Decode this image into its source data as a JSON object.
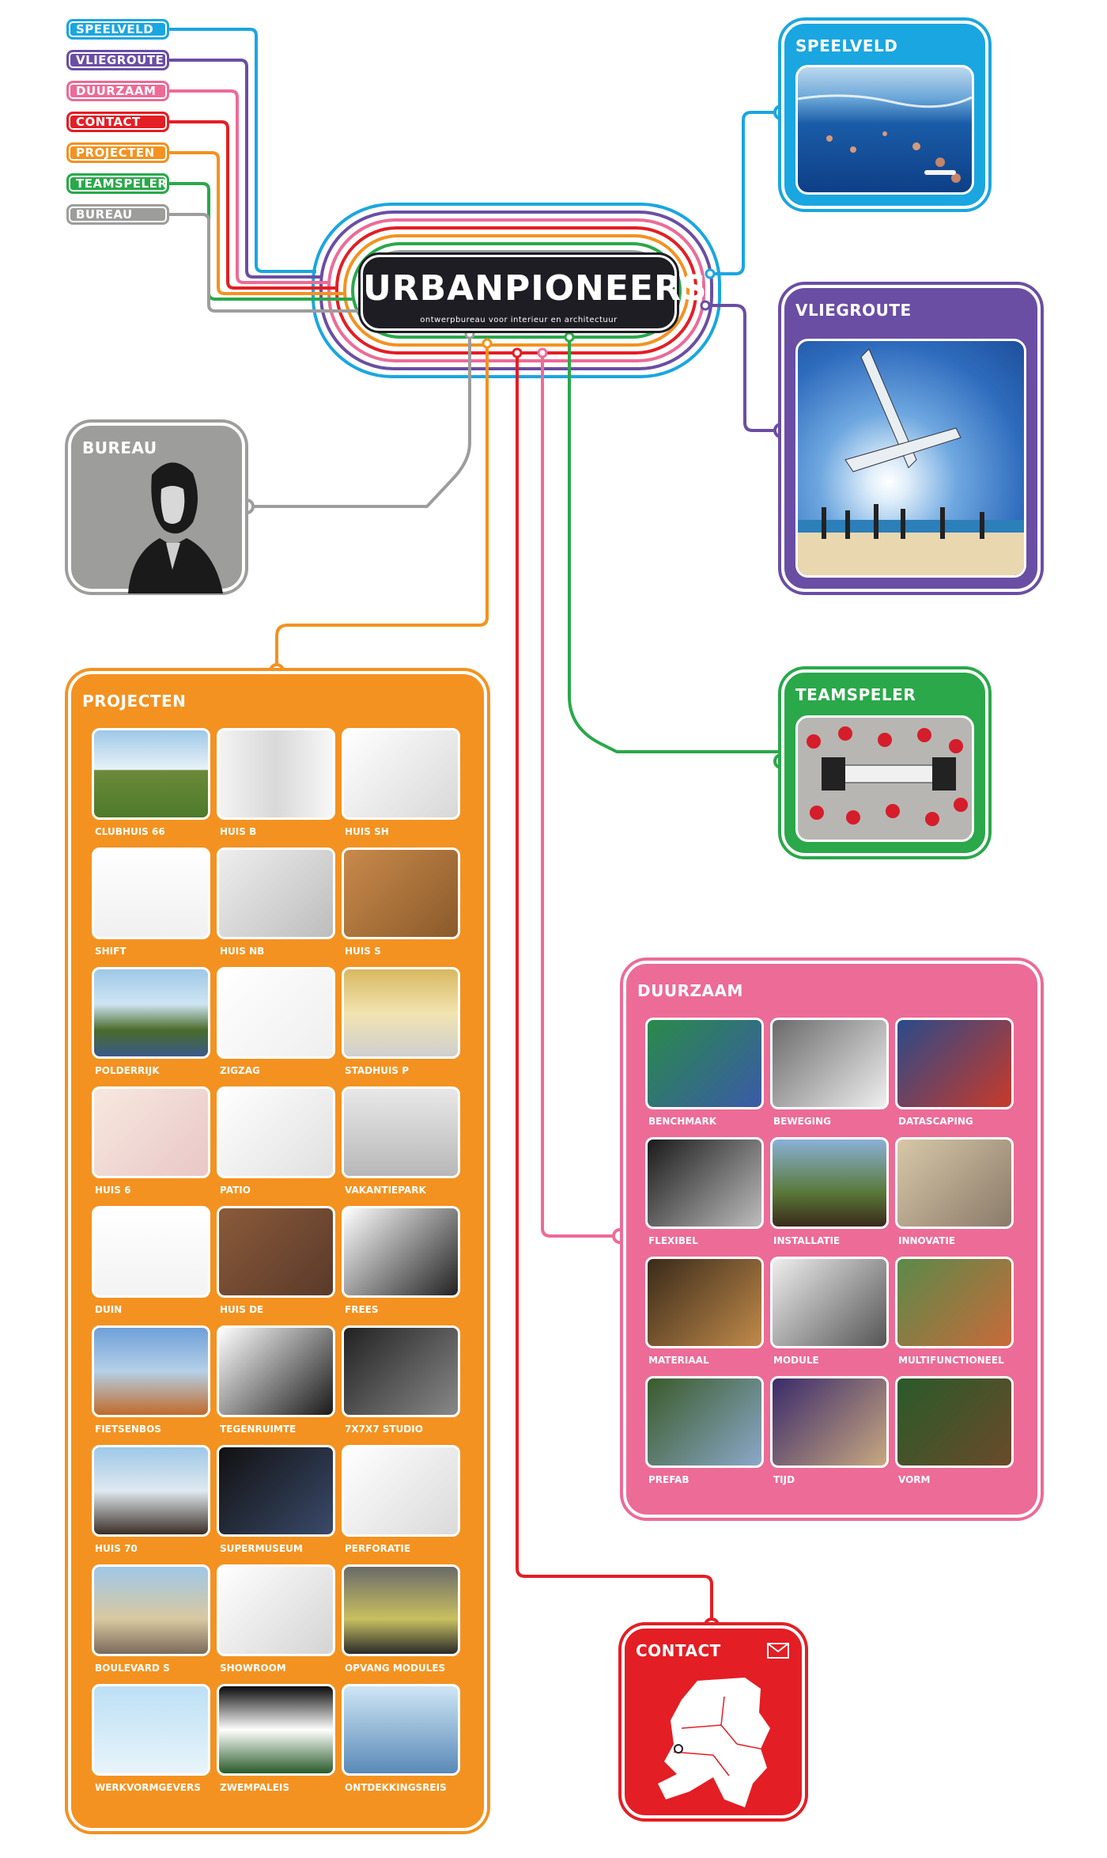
{
  "logo": {
    "name": "URBANPIONEERS",
    "tagline": "ontwerpbureau voor interieur en architectuur"
  },
  "colors": {
    "speelveld": "#1aa6e0",
    "vliegroute": "#6a4ea4",
    "duurzaam": "#ec6b97",
    "contact": "#e31e24",
    "projecten": "#f39220",
    "teamspeler": "#2aa84a",
    "bureau": "#9d9d9c"
  },
  "nav": [
    {
      "label": "SPEELVELD"
    },
    {
      "label": "VLIEGROUTE"
    },
    {
      "label": "DUURZAAM"
    },
    {
      "label": "CONTACT"
    },
    {
      "label": "PROJECTEN"
    },
    {
      "label": "TEAMSPELER"
    },
    {
      "label": "BUREAU"
    }
  ],
  "panels": {
    "speelveld": {
      "title": "SPEELVELD"
    },
    "vliegroute": {
      "title": "VLIEGROUTE"
    },
    "bureau": {
      "title": "BUREAU"
    },
    "teamspeler": {
      "title": "TEAMSPELER"
    },
    "projecten": {
      "title": "PROJECTEN"
    },
    "duurzaam": {
      "title": "DUURZAAM"
    },
    "contact": {
      "title": "CONTACT"
    }
  },
  "projecten": [
    "CLUBHUIS 66",
    "HUIS B",
    "HUIS SH",
    "SHIFT",
    "HUIS NB",
    "HUIS S",
    "POLDERRIJK",
    "ZIGZAG",
    "STADHUIS P",
    "HUIS 6",
    "PATIO",
    "VAKANTIEPARK",
    "DUIN",
    "HUIS DE",
    "FREES",
    "FIETSENBOS",
    "TEGENRUIMTE",
    "7X7X7 STUDIO",
    "HUIS 70",
    "SUPERMUSEUM",
    "PERFORATIE",
    "BOULEVARD S",
    "SHOWROOM",
    "OPVANG MODULES",
    "WERKVORMGEVERS",
    "ZWEMPALEIS",
    "ONTDEKKINGSREIS"
  ],
  "duurzaam": [
    "BENCHMARK",
    "BEWEGING",
    "DATASCAPING",
    "FLEXIBEL",
    "INSTALLATIE",
    "INNOVATIE",
    "MATERIAAL",
    "MODULE",
    "MULTIFUNCTIONEEL",
    "PREFAB",
    "TIJD",
    "VORM"
  ],
  "icons": {
    "contact": "envelope-icon"
  }
}
